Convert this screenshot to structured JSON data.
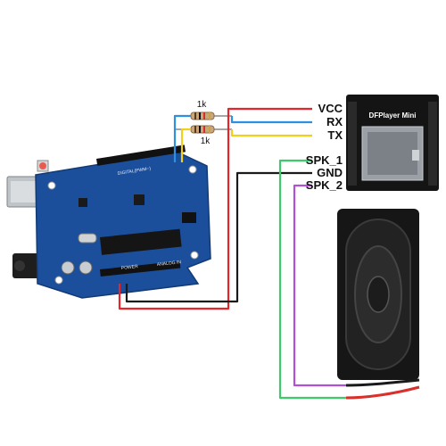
{
  "colors": {
    "vcc_wire": "#e8232a",
    "rx_wire": "#2f8fe0",
    "tx_wire": "#f2cf1c",
    "gnd_wire": "#1a1a1a",
    "spk1_wire": "#3ec96b",
    "spk2_wire": "#b14fd6",
    "board": "#1b4f9c",
    "module": "#141414"
  },
  "module": {
    "title": "DFPlayer Mini",
    "pins": {
      "vcc": "VCC",
      "rx": "RX",
      "tx": "TX",
      "spk1": "SPK_1",
      "gnd": "GND",
      "spk2": "SPK_2"
    }
  },
  "resistors": {
    "top_label": "1k",
    "bottom_label": "1k"
  },
  "board": {
    "digital_label": "DIGITAL(PWM~)",
    "power_label": "POWER",
    "analog_label": "ANALOG IN"
  },
  "icons": {
    "speaker": "speaker-icon",
    "usb": "usb-port-icon",
    "dc_jack": "dc-jack-icon",
    "sd_slot": "sd-card-slot-icon"
  }
}
